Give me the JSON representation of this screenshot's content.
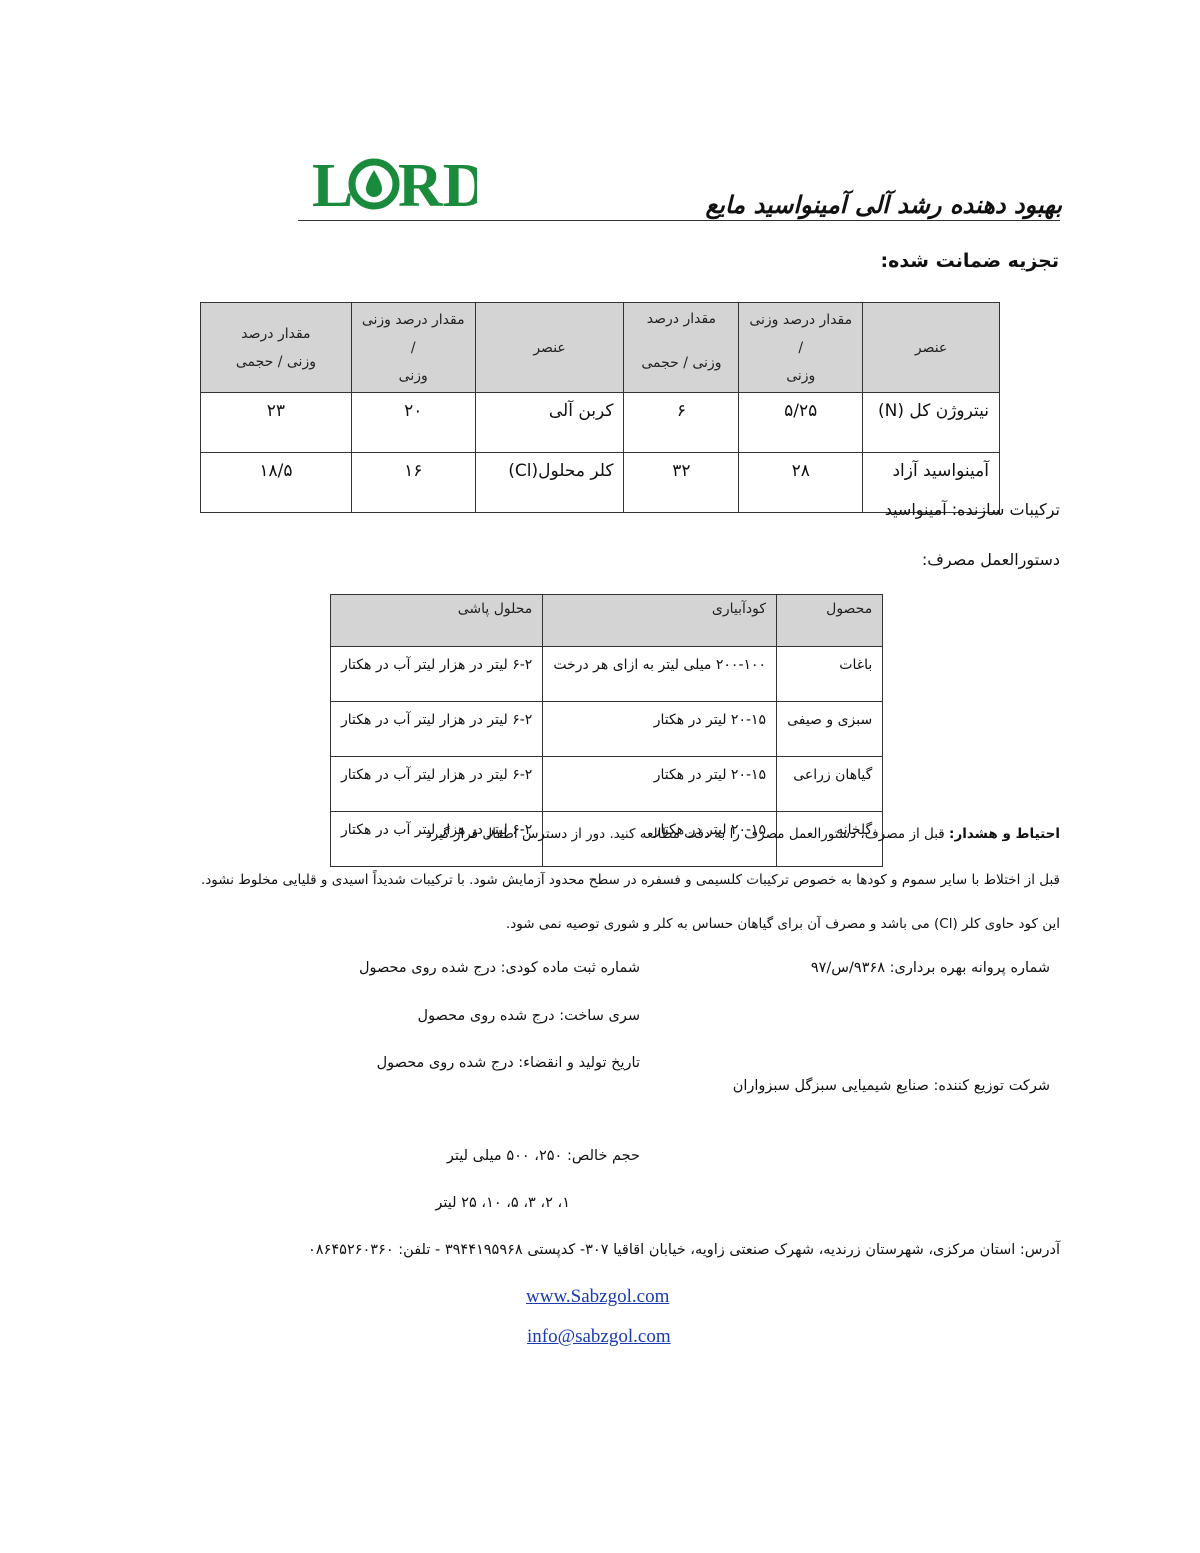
{
  "header": {
    "logo_text": "LORD",
    "title": "بهبود دهنده رشد آلی آمینواسید مایع"
  },
  "analysis": {
    "heading": "تجزیه ضمانت شده:",
    "headers": [
      [
        "عنصر"
      ],
      [
        "مقدار درصد وزنی /",
        "وزنی"
      ],
      [
        "مقدار درصد",
        "وزنی / حجمی"
      ],
      [
        "عنصر"
      ],
      [
        "مقدار درصد وزنی /",
        "وزنی"
      ],
      [
        "مقدار درصد",
        "وزنی / حجمی"
      ]
    ],
    "rows": [
      [
        "نیتروژن کل (N)",
        "۵/۲۵",
        "۶",
        "کربن آلی",
        "۲۰",
        "۲۳"
      ],
      [
        "آمینواسید آزاد",
        "۲۸",
        "۳۲",
        "کلر محلول(Cl)",
        "۱۶",
        "۱۸/۵"
      ]
    ]
  },
  "composition": "ترکیبات سازنده: آمینواسید",
  "usage": {
    "heading": "دستورالعمل مصرف:",
    "headers": [
      "محصول",
      "کودآبیاری",
      "محلول پاشی"
    ],
    "rows": [
      [
        "باغات",
        "۲۰۰-۱۰۰ میلی لیتر به ازای هر درخت",
        "۶-۲ لیتر در هزار لیتر آب در هکتار"
      ],
      [
        "سبزی و صیفی",
        "۲۰-۱۵ لیتر در هکتار",
        "۶-۲ لیتر در هزار لیتر آب در هکتار"
      ],
      [
        "گیاهان زراعی",
        "۲۰-۱۵ لیتر در هکتار",
        "۶-۲ لیتر در هزار لیتر آب در هکتار"
      ],
      [
        "گلخانه",
        "۲۰-۱۵ لیتر در هکتار",
        "۶-۲ لیتر در هزار لیتر آب در هکتار"
      ]
    ]
  },
  "warnings": {
    "label": "احتیاط و هشدار:",
    "text": " قبل از مصرف، دستورالعمل مصرف را به دقت مطالعه کنید. دور از دسترس اطفال قرار گیرد",
    "mixing": "قبل از اختلاط با سایر سموم و کودها به خصوص ترکیبات کلسیمی و فسفره در سطح محدود آزمایش شود. با ترکیبات شدیداً اسیدی و قلیایی مخلوط نشود.",
    "chlorine": "این کود حاوی کلر (Cl) می باشد و مصرف آن برای گیاهان حساس به کلر و شوری توصیه نمی شود."
  },
  "info": {
    "license": "شماره پروانه بهره برداری: ۹۳۶۸/س/۹۷",
    "registration": "شماره ثبت ماده کودی: درج شده روی محصول",
    "batch": "سری ساخت: درج شده روی محصول",
    "dates": "تاریخ تولید و انقضاء: درج شده روی محصول",
    "distributor": "شرکت توزیع کننده: صنایع شیمیایی سبزگل سبزواران",
    "volume_ml": "حجم خالص: ۲۵۰، ۵۰۰ میلی لیتر",
    "volume_l": "۱، ۲، ۳، ۵، ۱۰، ۲۵ لیتر",
    "address": "آدرس: استان مرکزی، شهرستان زرندیه، شهرک صنعتی زاویه، خیابان اقاقیا ۳۰۷- کدپستی ۳۹۴۴۱۹۵۹۶۸ - تلفن: ۰۸۶۴۵۲۶۰۳۶۰"
  },
  "contact": {
    "website": "www.Sabzgol.com",
    "email": "info@sabzgol.com"
  },
  "colors": {
    "logo_green": "#1a8a3c",
    "link_blue": "#1a3ab0",
    "header_gray": "#d4d4d4"
  }
}
